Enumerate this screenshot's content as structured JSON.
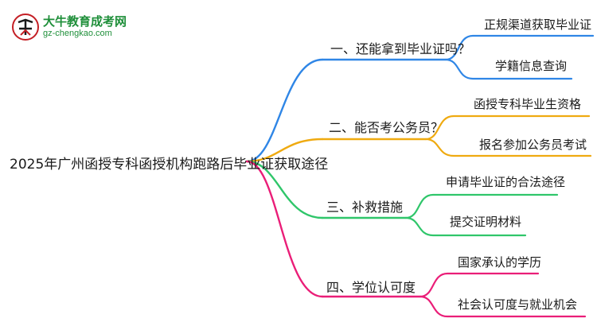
{
  "logo": {
    "title": "大牛教育成考网",
    "subtitle": "gz-chengkao.com"
  },
  "root": "2025年广州函授专科函授机构跑路后毕业证获取途径",
  "branches": [
    {
      "label": "一、还能拿到毕业证吗？",
      "color": "#2f86e6",
      "leaves": [
        "正规渠道获取毕业证",
        "学籍信息查询"
      ]
    },
    {
      "label": "二、能否考公务员？",
      "color": "#efaa10",
      "leaves": [
        "函授专科毕业生资格",
        "报名参加公务员考试"
      ]
    },
    {
      "label": "三、补救措施",
      "color": "#2fc66a",
      "leaves": [
        "申请毕业证的合法途径",
        "提交证明材料"
      ]
    },
    {
      "label": "四、学位认可度",
      "color": "#ea1e78",
      "leaves": [
        "国家承认的学历",
        "社会认可度与就业机会"
      ]
    }
  ]
}
